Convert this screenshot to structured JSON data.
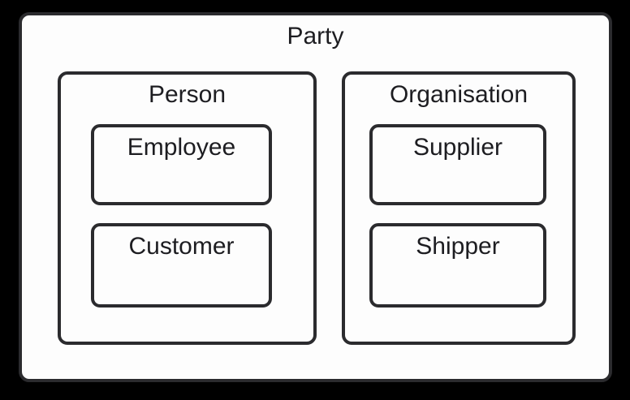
{
  "diagram": {
    "root": {
      "label": "Party"
    },
    "groups": [
      {
        "label": "Person",
        "children": [
          {
            "label": "Employee"
          },
          {
            "label": "Customer"
          }
        ]
      },
      {
        "label": "Organisation",
        "children": [
          {
            "label": "Supplier"
          },
          {
            "label": "Shipper"
          }
        ]
      }
    ],
    "colors": {
      "canvas_background": "#000000",
      "box_fill": "#fdfdfd",
      "box_border": "#2b2b2e",
      "label_text": "#1d1d21"
    }
  }
}
